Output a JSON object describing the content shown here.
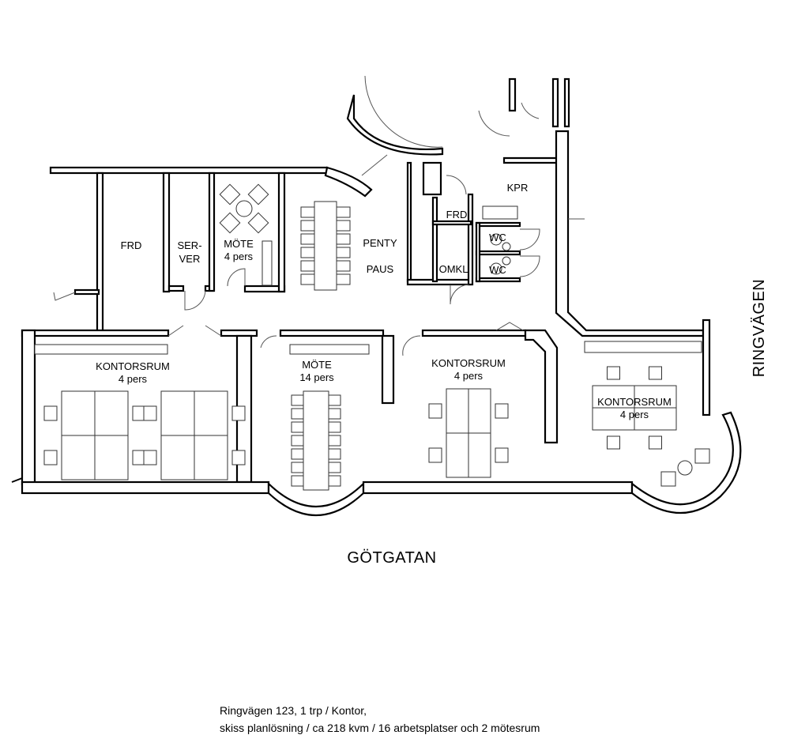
{
  "rooms": {
    "frd_left": "FRD",
    "server_1": "SER-",
    "server_2": "VER",
    "mote_small": "MÖTE",
    "mote_small_cap": "4 pers",
    "penty": "PENTY",
    "paus": "PAUS",
    "kpr": "KPR",
    "frd_right": "FRD",
    "omkl": "OMKL",
    "wc_1": "WC",
    "wc_2": "WC",
    "kontor_1": "KONTORSRUM",
    "kontor_1_cap": "4 pers",
    "mote_large": "MÖTE",
    "mote_large_cap": "14 pers",
    "kontor_2": "KONTORSRUM",
    "kontor_2_cap": "4 pers",
    "kontor_3": "KONTORSRUM",
    "kontor_3_cap": "4 pers"
  },
  "streets": {
    "south": "GÖTGATAN",
    "east": "RINGVÄGEN"
  },
  "footer": {
    "line1": "Ringvägen 123, 1 trp / Kontor,",
    "line2": "skiss planlösning / ca 218 kvm / 16 arbetsplatser och 2 mötesrum"
  }
}
